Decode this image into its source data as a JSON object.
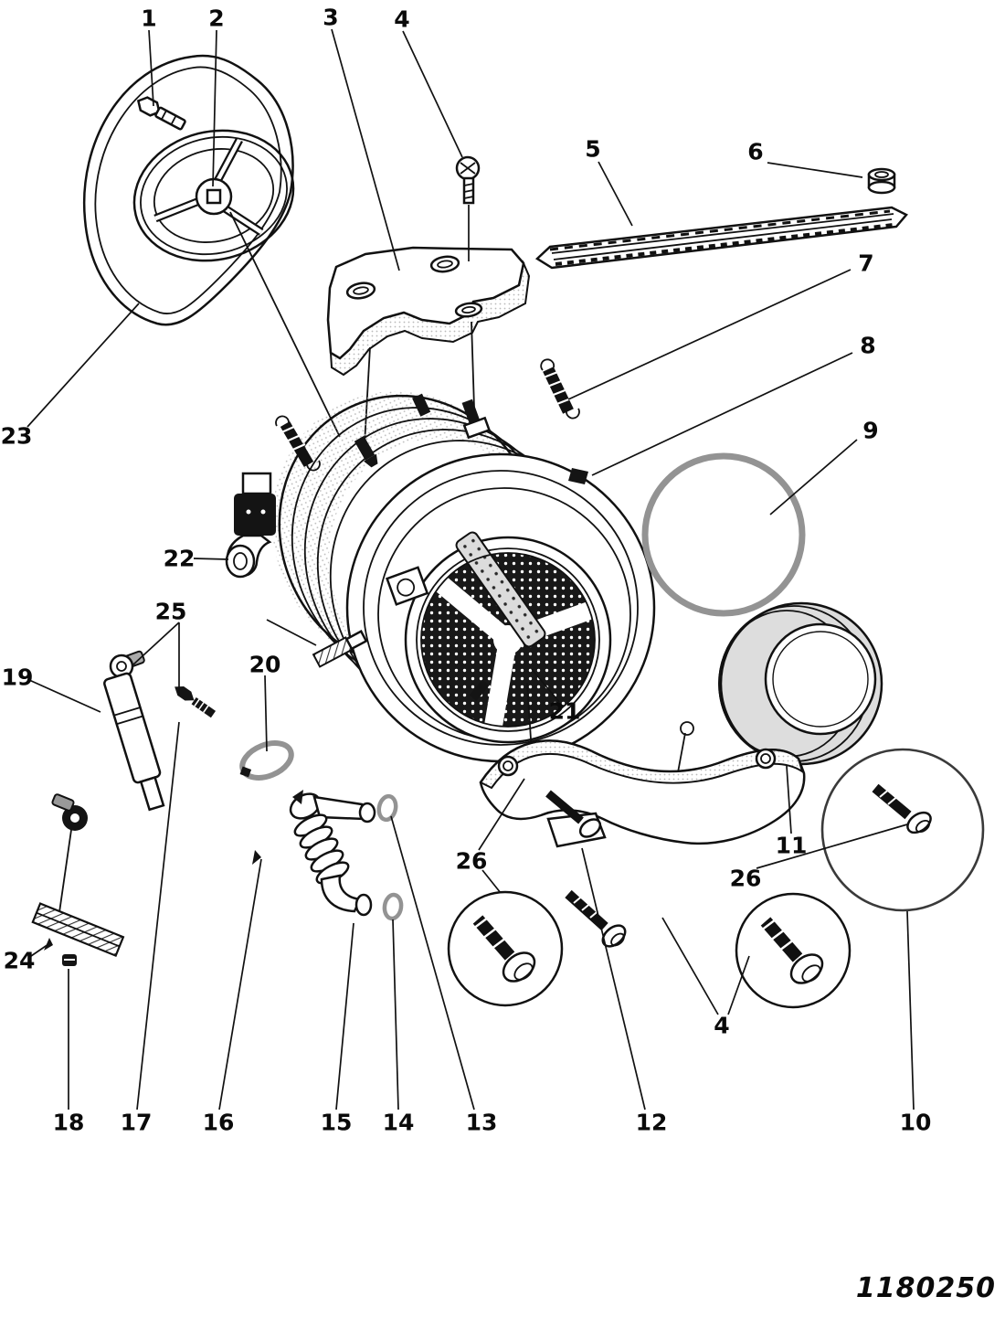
{
  "diagram": {
    "part_number": "1180250",
    "callouts": {
      "c1": "1",
      "c2": "2",
      "c3": "3",
      "c4_top": "4",
      "c5": "5",
      "c6": "6",
      "c7": "7",
      "c8": "8",
      "c9": "9",
      "c10": "10",
      "c11": "11",
      "c12": "12",
      "c13": "13",
      "c14": "14",
      "c15": "15",
      "c16": "16",
      "c17": "17",
      "c18": "18",
      "c19": "19",
      "c20": "20",
      "c21": "21",
      "c22": "22",
      "c23": "23",
      "c24": "24",
      "c25": "25",
      "c26_left": "26",
      "c26_right": "26",
      "c4_bottom": "4"
    }
  }
}
